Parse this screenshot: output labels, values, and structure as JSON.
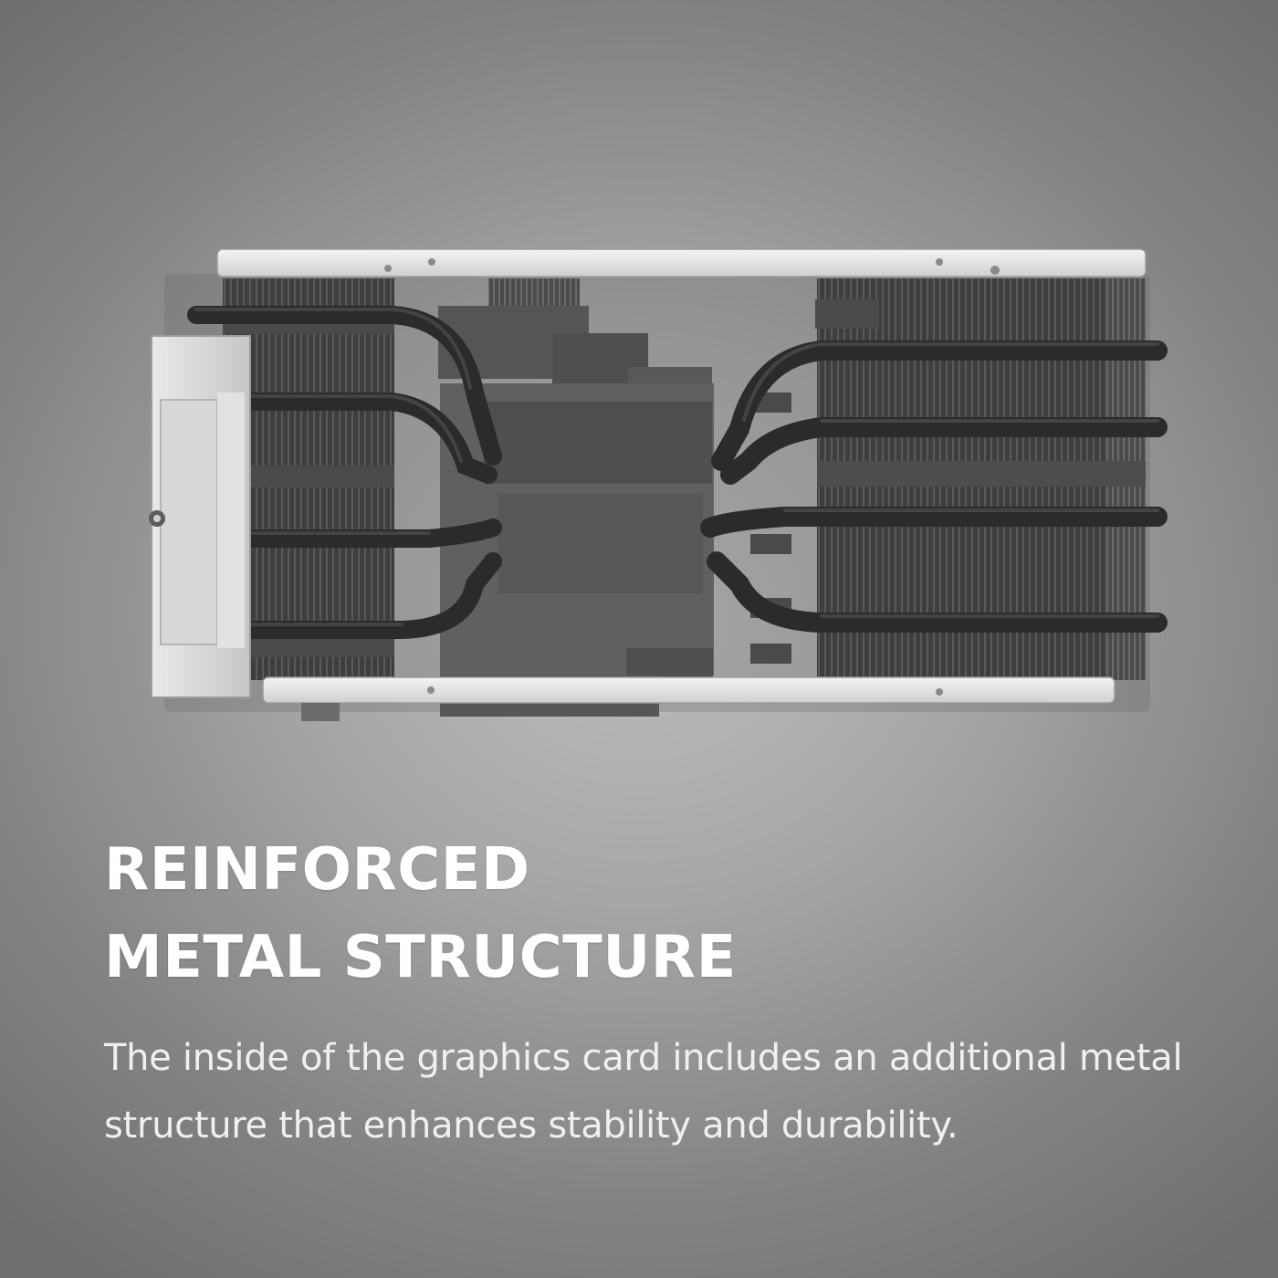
{
  "headline": {
    "line1": "REINFORCED",
    "line2": "METAL STRUCTURE"
  },
  "body": {
    "text": "The inside of the graphics card includes an additional metal structure that enhances stability and durability."
  },
  "colors": {
    "background": "#a6a6a6",
    "headline": "#ffffff",
    "body": "#f0f0f0"
  }
}
